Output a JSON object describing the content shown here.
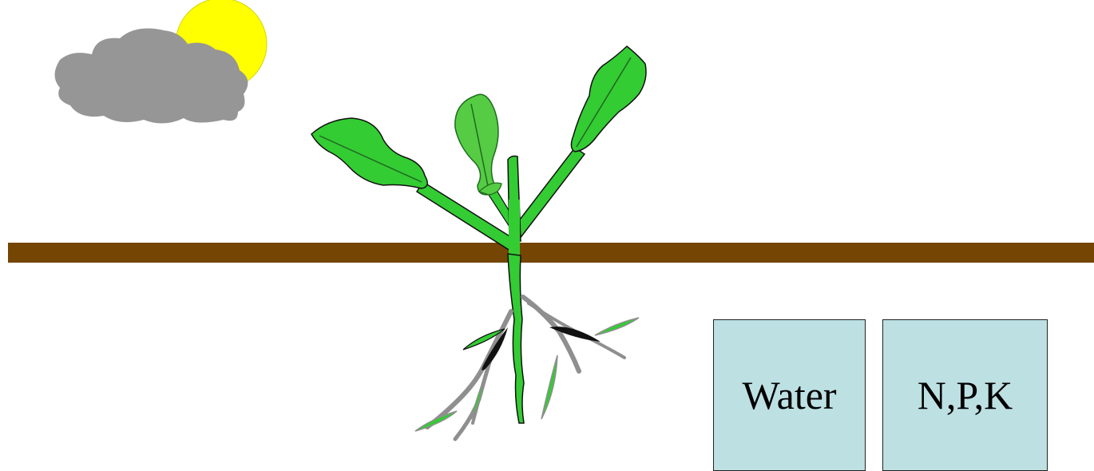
{
  "colors": {
    "soil": "#744503",
    "leaf": "#33cc33",
    "leaf_outline": "#1a1a1a",
    "sun": "#ffff00",
    "cloud": "#969696",
    "root": "#8f8f8f",
    "box_fill": "#bde0e3"
  },
  "icons": [
    "sun-icon",
    "cloud-icon",
    "plant-icon",
    "soil-line",
    "roots-icon"
  ],
  "boxes": {
    "water": "Water",
    "npk": "N,P,K"
  }
}
